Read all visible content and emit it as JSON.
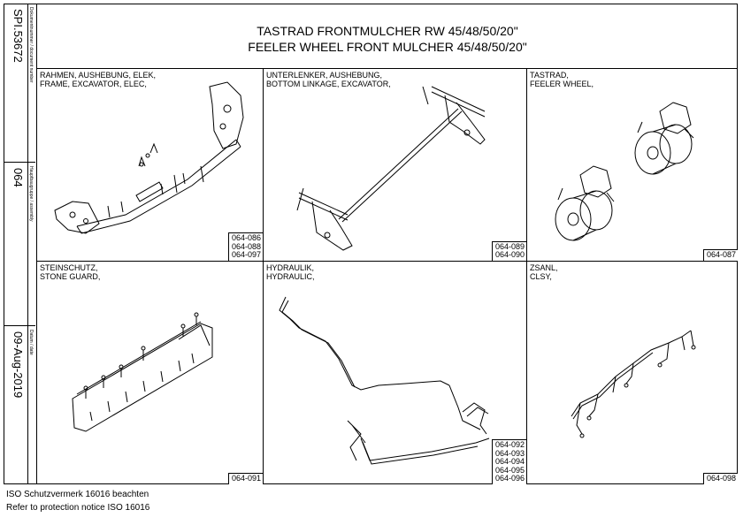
{
  "sidebar": {
    "document_number": "SPI.53672",
    "document_number_caption": "Dokumentnummer / document number",
    "assembly": "064",
    "assembly_caption": "Hauptbaugruppe / assembly",
    "date": "09-Aug-2019",
    "date_caption": "Datum / date"
  },
  "title": {
    "line1": "TASTRAD FRONTMULCHER RW 45/48/50/20\"",
    "line2": "FEELER WHEEL FRONT MULCHER 45/48/50/20\""
  },
  "panels": [
    {
      "label": "RAHMEN, AUSHEBUNG, ELEK,\nFRAME, EXCAVATOR, ELEC,",
      "refs": [
        "064-086",
        "064-088",
        "064-097"
      ]
    },
    {
      "label": "UNTERLENKER, AUSHEBUNG,\nBOTTOM LINKAGE, EXCAVATOR,",
      "refs": [
        "064-089",
        "064-090"
      ]
    },
    {
      "label": "TASTRAD,\nFEELER WHEEL,",
      "refs": [
        "064-087"
      ]
    },
    {
      "label": "STEINSCHUTZ,\nSTONE GUARD,",
      "refs": [
        "064-091"
      ]
    },
    {
      "label": "HYDRAULIK,\nHYDRAULIC,",
      "refs": [
        "064-092",
        "064-093",
        "064-094",
        "064-095",
        "064-096"
      ]
    },
    {
      "label": "ZSANL,\nCLSY,",
      "refs": [
        "064-098"
      ]
    }
  ],
  "footer": {
    "line1": "ISO Schutzvermerk 16016 beachten",
    "line2": "Refer to protection notice ISO 16016"
  }
}
